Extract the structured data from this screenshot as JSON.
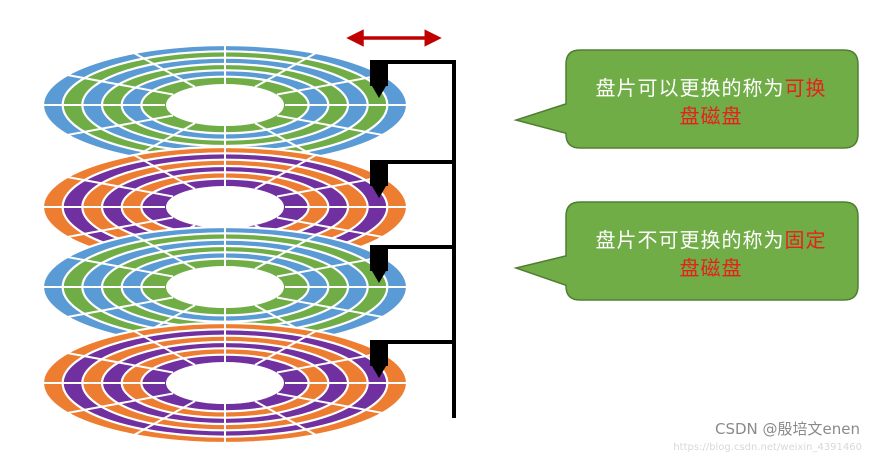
{
  "callouts": [
    {
      "line1_plain": "盘片可以更换的称为",
      "line1_highlight": "可换",
      "line2_highlight": "盘磁盘"
    },
    {
      "line1_plain": "盘片不可更换的称为",
      "line1_highlight": "固定",
      "line2_highlight": "盘磁盘"
    }
  ],
  "colors": {
    "blue": "#5b9bd5",
    "green": "#70ad47",
    "orange": "#ed7d31",
    "purple": "#7030a0",
    "callout_fill": "#70ad47",
    "callout_border": "#507e32",
    "highlight_text": "#e8201c",
    "arm": "#000000",
    "arrow": "#c00000"
  },
  "platters": [
    {
      "outer_color": "blue",
      "inner_color": "green"
    },
    {
      "outer_color": "orange",
      "inner_color": "purple"
    },
    {
      "outer_color": "blue",
      "inner_color": "green"
    },
    {
      "outer_color": "orange",
      "inner_color": "purple"
    }
  ],
  "icons": {
    "arrow": "double-arrow-icon",
    "head": "read-write-head-icon"
  },
  "watermark": {
    "label": "CSDN @殷培文enen",
    "url": "https://blog.csdn.net/weixin_4391460"
  }
}
